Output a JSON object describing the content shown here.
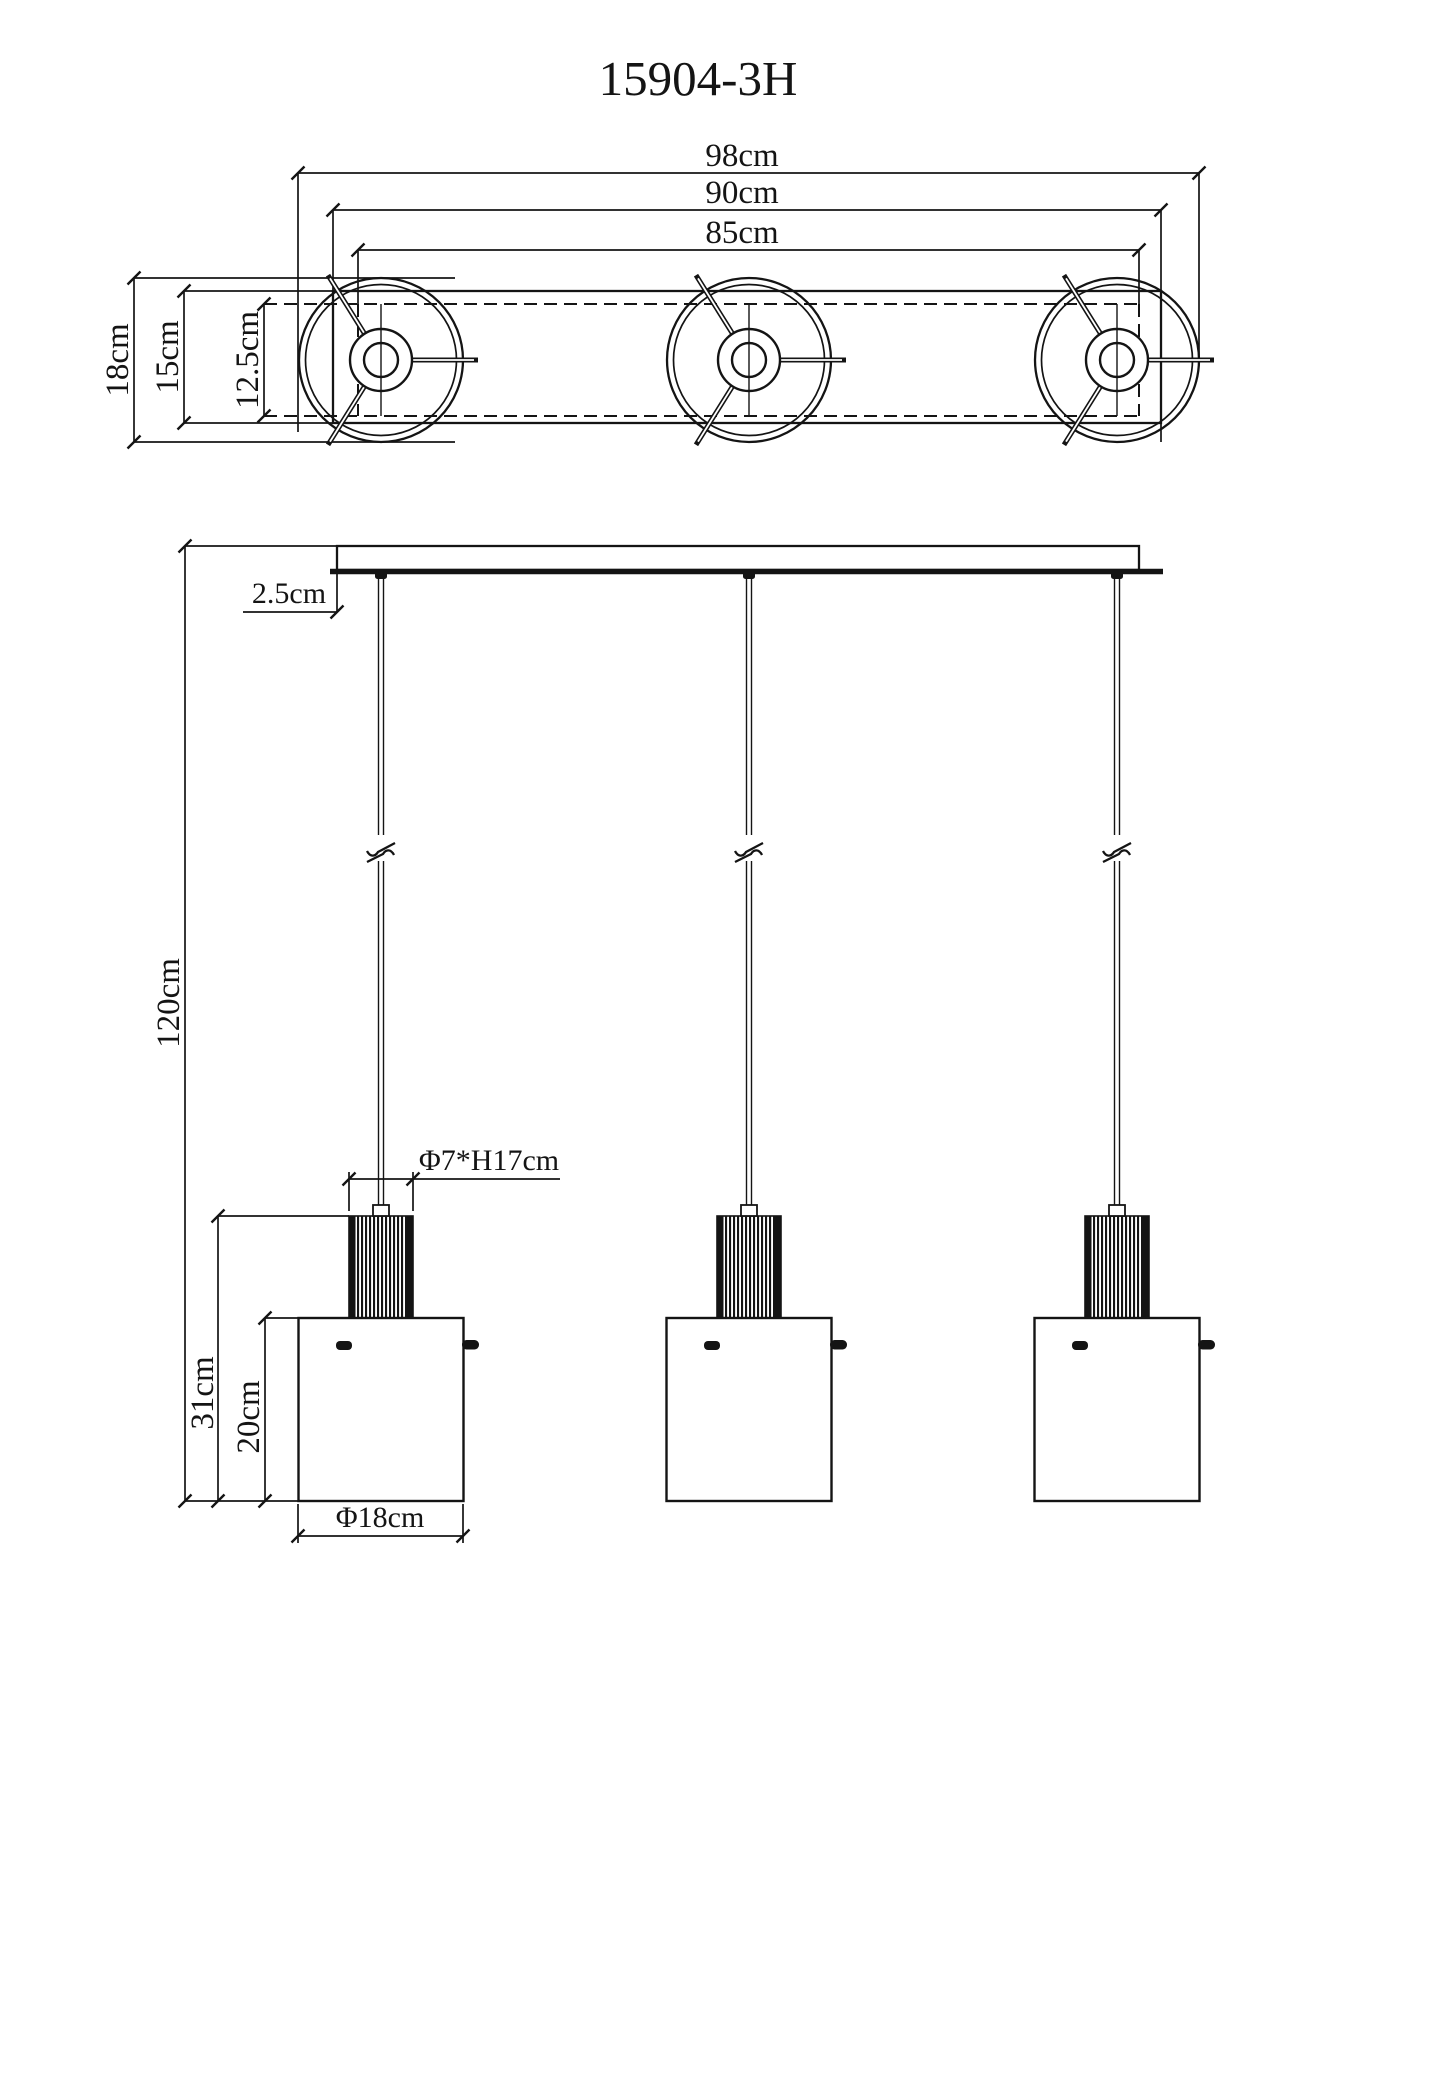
{
  "title": "15904-3H",
  "colors": {
    "line": "#141414",
    "background": "#ffffff"
  },
  "lamp_count": 3,
  "top_view": {
    "dim_overall_width": "98cm",
    "dim_plate_width": "90cm",
    "dim_inner_width": "85cm",
    "dim_shade_diameter": "18cm",
    "dim_plate_depth": "15cm",
    "dim_inner_depth": "12.5cm"
  },
  "front_view": {
    "dim_canopy_thickness": "2.5cm",
    "dim_suspension_height": "120cm",
    "dim_socket_size": "Φ7*H17cm",
    "dim_pendant_height": "31cm",
    "dim_shade_height": "20cm",
    "dim_shade_diameter": "Φ18cm"
  }
}
